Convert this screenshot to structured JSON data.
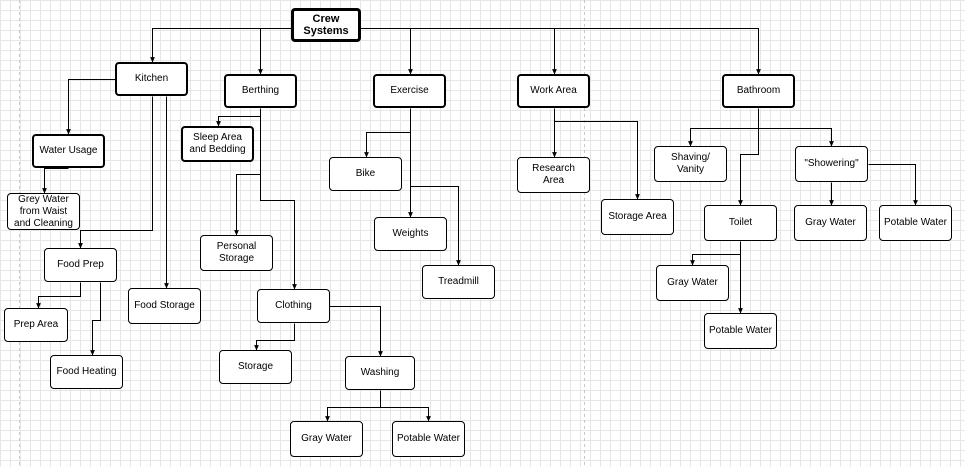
{
  "diagram": {
    "nodes": [
      {
        "id": "crew",
        "label": "Crew Systems",
        "style": "root"
      },
      {
        "id": "kitchen",
        "label": "Kitchen",
        "style": "bold"
      },
      {
        "id": "berthing",
        "label": "Berthing",
        "style": "bold"
      },
      {
        "id": "exercise",
        "label": "Exercise",
        "style": "bold"
      },
      {
        "id": "work",
        "label": "Work Area",
        "style": "bold"
      },
      {
        "id": "bathroom",
        "label": "Bathroom",
        "style": "bold"
      },
      {
        "id": "water_usage",
        "label": "Water Usage",
        "style": "bold"
      },
      {
        "id": "grey_waist",
        "label": "Grey Water from Waist and Cleaning",
        "style": "normal"
      },
      {
        "id": "food_prep",
        "label": "Food Prep",
        "style": "normal"
      },
      {
        "id": "prep_area",
        "label": "Prep Area",
        "style": "normal"
      },
      {
        "id": "food_heating",
        "label": "Food Heating",
        "style": "normal"
      },
      {
        "id": "food_storage",
        "label": "Food Storage",
        "style": "normal"
      },
      {
        "id": "sleep",
        "label": "Sleep Area and Bedding",
        "style": "bold"
      },
      {
        "id": "personal_storage",
        "label": "Personal Storage",
        "style": "normal"
      },
      {
        "id": "clothing",
        "label": "Clothing",
        "style": "normal"
      },
      {
        "id": "storage",
        "label": "Storage",
        "style": "normal"
      },
      {
        "id": "washing",
        "label": "Washing",
        "style": "normal"
      },
      {
        "id": "wash_gray",
        "label": "Gray Water",
        "style": "normal"
      },
      {
        "id": "wash_potable",
        "label": "Potable Water",
        "style": "normal"
      },
      {
        "id": "bike",
        "label": "Bike",
        "style": "normal"
      },
      {
        "id": "weights",
        "label": "Weights",
        "style": "normal"
      },
      {
        "id": "treadmill",
        "label": "Treadmill",
        "style": "normal"
      },
      {
        "id": "research",
        "label": "Research Area",
        "style": "normal"
      },
      {
        "id": "work_storage",
        "label": "Storage Area",
        "style": "normal"
      },
      {
        "id": "shaving",
        "label": "Shaving/ Vanity",
        "style": "normal"
      },
      {
        "id": "showering",
        "label": "\"Showering\"",
        "style": "normal"
      },
      {
        "id": "toilet",
        "label": "Toilet",
        "style": "normal"
      },
      {
        "id": "toilet_gray",
        "label": "Gray Water",
        "style": "normal"
      },
      {
        "id": "toilet_potable",
        "label": "Potable Water",
        "style": "normal"
      },
      {
        "id": "shower_gray",
        "label": "Gray Water",
        "style": "normal"
      },
      {
        "id": "shower_potable",
        "label": "Potable Water",
        "style": "normal"
      }
    ],
    "edges": [
      [
        "crew",
        "kitchen"
      ],
      [
        "crew",
        "berthing"
      ],
      [
        "crew",
        "exercise"
      ],
      [
        "crew",
        "work"
      ],
      [
        "crew",
        "bathroom"
      ],
      [
        "kitchen",
        "water_usage"
      ],
      [
        "kitchen",
        "food_prep"
      ],
      [
        "kitchen",
        "food_storage"
      ],
      [
        "water_usage",
        "grey_waist"
      ],
      [
        "food_prep",
        "prep_area"
      ],
      [
        "food_prep",
        "food_heating"
      ],
      [
        "berthing",
        "sleep"
      ],
      [
        "berthing",
        "personal_storage"
      ],
      [
        "berthing",
        "clothing"
      ],
      [
        "clothing",
        "storage"
      ],
      [
        "clothing",
        "washing"
      ],
      [
        "washing",
        "wash_gray"
      ],
      [
        "washing",
        "wash_potable"
      ],
      [
        "exercise",
        "bike"
      ],
      [
        "exercise",
        "weights"
      ],
      [
        "exercise",
        "treadmill"
      ],
      [
        "work",
        "research"
      ],
      [
        "work",
        "work_storage"
      ],
      [
        "bathroom",
        "shaving"
      ],
      [
        "bathroom",
        "showering"
      ],
      [
        "bathroom",
        "toilet"
      ],
      [
        "toilet",
        "toilet_gray"
      ],
      [
        "toilet",
        "toilet_potable"
      ],
      [
        "showering",
        "shower_gray"
      ],
      [
        "showering",
        "shower_potable"
      ]
    ]
  }
}
